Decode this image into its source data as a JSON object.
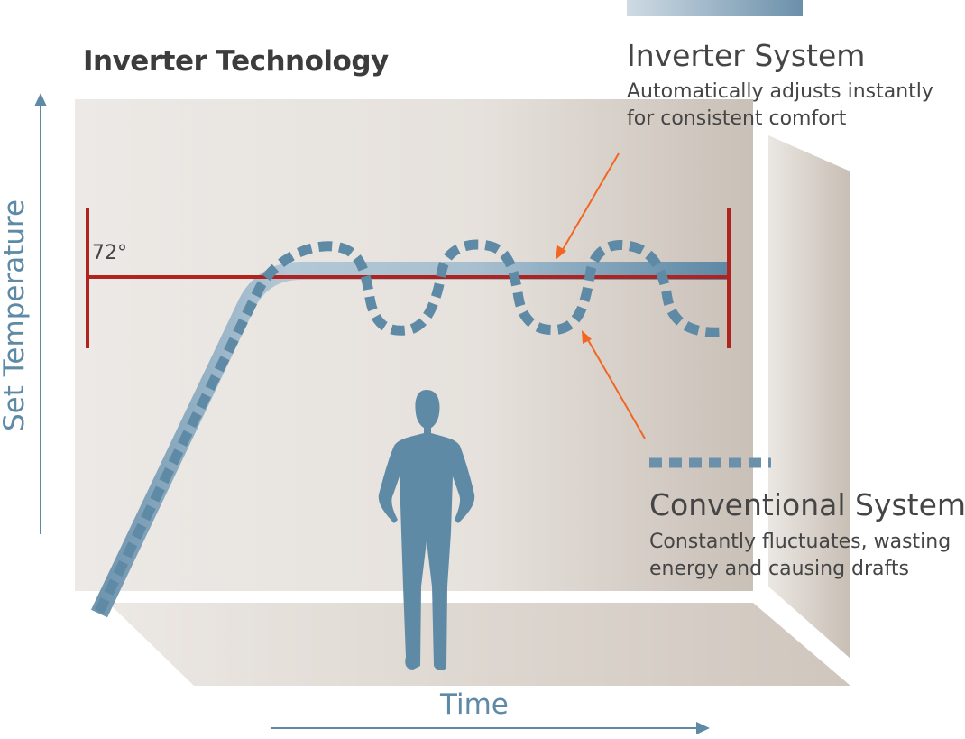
{
  "title": "Inverter Technology",
  "set_temperature": "72°",
  "axes": {
    "y_label": "Set Temperature",
    "x_label": "Time"
  },
  "legend": {
    "inverter": {
      "heading": "Inverter System",
      "desc_line1": "Automatically adjusts instantly",
      "desc_line2": "for consistent comfort"
    },
    "conventional": {
      "heading": "Conventional System",
      "desc_line1": "Constantly fluctuates, wasting",
      "desc_line2": "energy and causing drafts"
    }
  },
  "colors": {
    "line_blue": "#5f8aa6",
    "set_point_red": "#b0231e",
    "arrow_orange": "#f26522"
  }
}
